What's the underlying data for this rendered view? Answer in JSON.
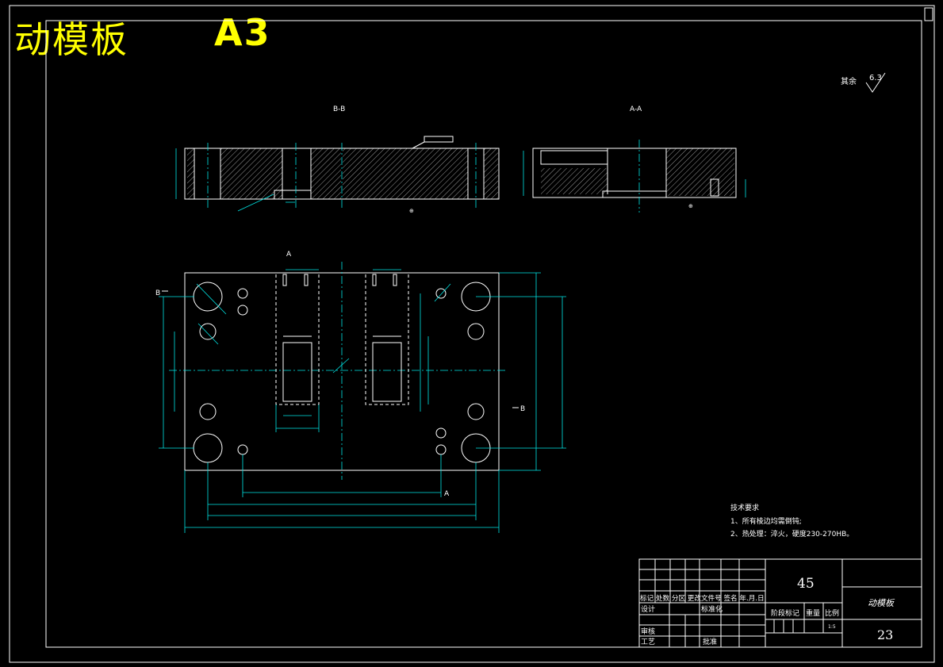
{
  "drawing": {
    "title_label": "动模板",
    "sheet_size": "A3"
  },
  "section_labels": {
    "bb": "B-B",
    "aa": "A-A",
    "a_mark": "A",
    "b_mark": "B",
    "b_mark_right": "B"
  },
  "roughness": {
    "prefix": "其余",
    "value": "6.3"
  },
  "tech_requirements": {
    "heading": "技术要求",
    "item1": "1、所有棱边均需倒钝;",
    "item2": "2、热处理：淬火，硬度230-270HB。"
  },
  "title_block": {
    "material": "45",
    "part_name": "动模板",
    "number": "23",
    "scale": "1:5",
    "row_labels": "标记 处数 分区 更改文件号 签名 年.月.日",
    "design": "设计",
    "standardize": "标准化",
    "review": "审核",
    "process": "工艺",
    "approve": "批准",
    "stage_mark": "阶段标记",
    "weight": "重量",
    "ratio": "比例"
  },
  "colors": {
    "title": "#ffff00",
    "lines": "#ffffff",
    "dimensions": "#00e5e5",
    "background": "#000000"
  }
}
